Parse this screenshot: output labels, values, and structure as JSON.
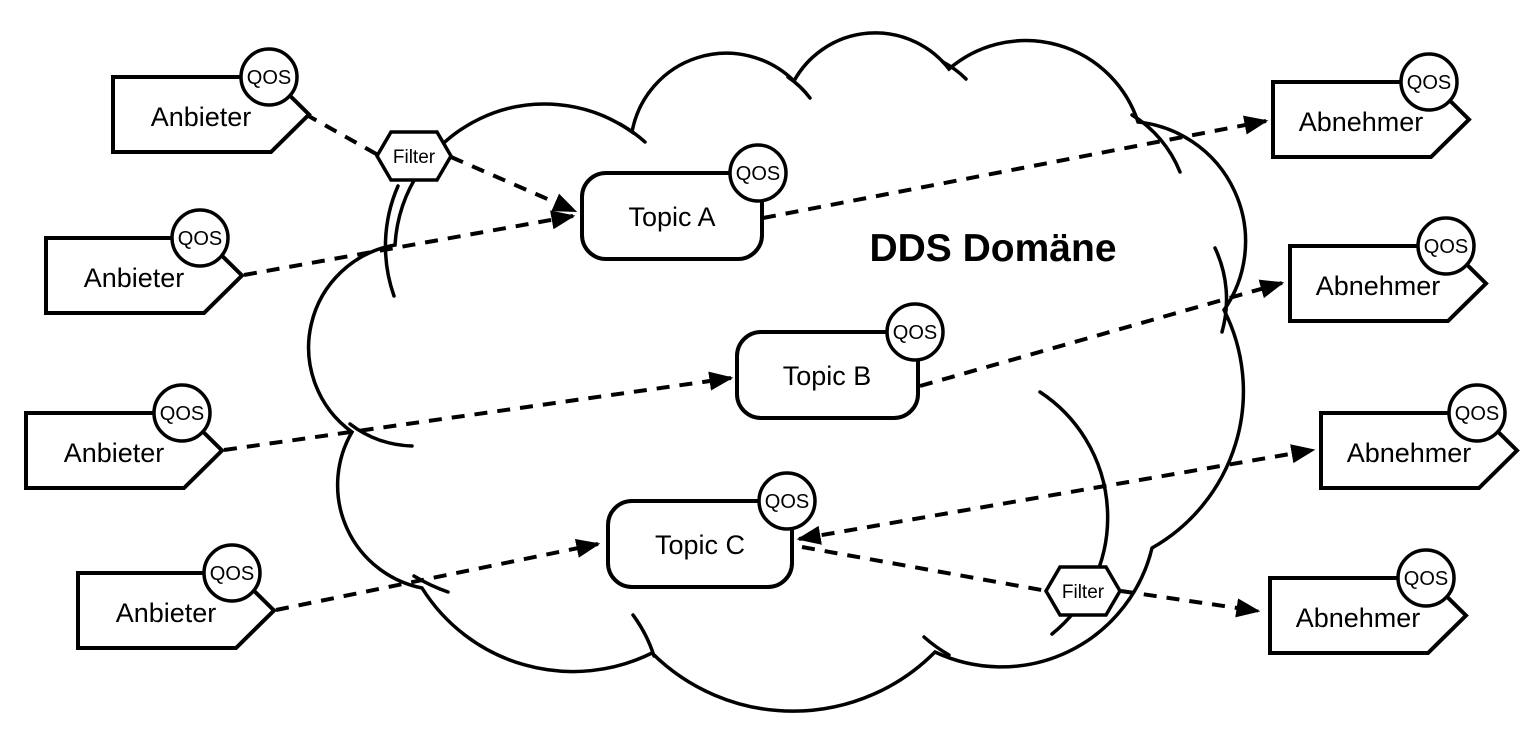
{
  "domain": {
    "title": "DDS Domäne"
  },
  "badges": {
    "qos": "QOS"
  },
  "providers": [
    {
      "label": "Anbieter",
      "qos": "QOS"
    },
    {
      "label": "Anbieter",
      "qos": "QOS"
    },
    {
      "label": "Anbieter",
      "qos": "QOS"
    },
    {
      "label": "Anbieter",
      "qos": "QOS"
    }
  ],
  "consumers": [
    {
      "label": "Abnehmer",
      "qos": "QOS"
    },
    {
      "label": "Abnehmer",
      "qos": "QOS"
    },
    {
      "label": "Abnehmer",
      "qos": "QOS"
    },
    {
      "label": "Abnehmer",
      "qos": "QOS"
    }
  ],
  "topics": [
    {
      "label": "Topic A",
      "qos": "QOS"
    },
    {
      "label": "Topic B",
      "qos": "QOS"
    },
    {
      "label": "Topic C",
      "qos": "QOS"
    }
  ],
  "filters": [
    {
      "label": "Filter"
    },
    {
      "label": "Filter"
    }
  ],
  "connections": [
    {
      "from": "Anbieter 1",
      "via": "Filter",
      "to": "Topic A"
    },
    {
      "from": "Anbieter 2",
      "to": "Topic A"
    },
    {
      "from": "Anbieter 3",
      "to": "Topic B"
    },
    {
      "from": "Anbieter 4",
      "to": "Topic C"
    },
    {
      "from": "Topic A",
      "to": "Abnehmer 1"
    },
    {
      "from": "Topic B",
      "to": "Abnehmer 2"
    },
    {
      "from": "Topic C",
      "to": "Abnehmer 3"
    },
    {
      "from": "Topic C",
      "via": "Filter",
      "to": "Abnehmer 4"
    }
  ],
  "colors": {
    "stroke": "#000000",
    "fill": "#ffffff",
    "background": "#ffffff"
  }
}
